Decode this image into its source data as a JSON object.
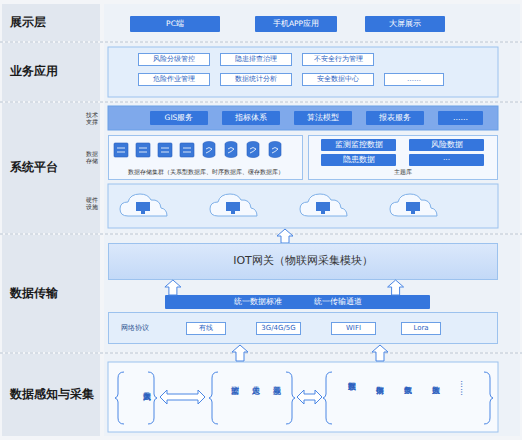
{
  "diagram": {
    "nodes": [
      {
        "text": [
          "展示层"
        ]
      },
      {
        "text": [
          "PC端"
        ]
      },
      {
        "text": [
          "手机APP应用"
        ]
      },
      {
        "text": [
          "大屏展示"
        ]
      },
      {
        "text": [
          "业务应用"
        ]
      },
      {
        "text": [
          "风险分级管控"
        ]
      },
      {
        "text": [
          "隐患排查治理"
        ]
      },
      {
        "text": [
          "不安全行为管理"
        ]
      },
      {
        "text": [
          "危险作业管理"
        ]
      },
      {
        "text": [
          "数据统计分析"
        ]
      },
      {
        "text": [
          "安全数据中心"
        ]
      },
      {
        "text": [
          "……"
        ]
      },
      {
        "text": [
          "系统平台"
        ]
      },
      {
        "text": [
          "GIS服务"
        ]
      },
      {
        "text": [
          "指标体系"
        ]
      },
      {
        "text": [
          "算法模型"
        ]
      },
      {
        "text": [
          "报表服务"
        ]
      },
      {
        "text": [
          "……"
        ]
      },
      {
        "text": [
          "数据存储集群（关系型数据库、时序数据库、缓存数据库）"
        ]
      },
      {
        "text": [
          "主题库"
        ]
      },
      {
        "text": [
          "监测监控数据"
        ],
        "in": 19
      },
      {
        "text": [
          "风险数据"
        ],
        "in": 19
      },
      {
        "text": [
          "隐患数据"
        ],
        "in": 19
      },
      {
        "text": [
          "···"
        ],
        "in": 19
      },
      {
        "text": [
          "数据传输"
        ]
      },
      {
        "text": [
          "IOT网关（物联网采集模块）"
        ]
      },
      {
        "text": [
          "统一数据标准",
          "统一传输通道"
        ]
      },
      {
        "text": [
          "网络协议"
        ]
      },
      {
        "text": [
          "有线"
        ],
        "in": 27
      },
      {
        "text": [
          "3G/4G/5G"
        ],
        "in": 27
      },
      {
        "text": [
          "WIFI"
        ],
        "in": 27
      },
      {
        "text": [
          "Lora"
        ],
        "in": 27
      },
      {
        "text": [
          "数据感知与采集"
        ]
      }
    ],
    "edges": [
      {
        "from": 26,
        "to": 25,
        "arrow": "to"
      },
      {
        "from": 26,
        "to": 25,
        "arrow": "to"
      }
    ],
    "labels": [
      "技术支撑",
      "数据存储",
      "硬件设施",
      "人员录入数据",
      "监测监控",
      "人员定位",
      "工业视频",
      "互联网数据",
      "舆情数据",
      "气象数据",
      "人脸数据",
      "……"
    ]
  }
}
